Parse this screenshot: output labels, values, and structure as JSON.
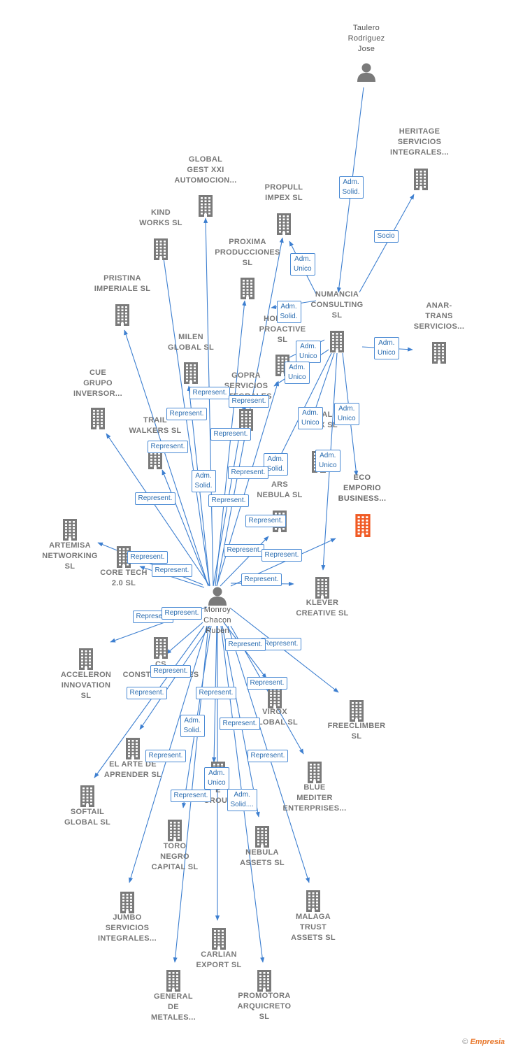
{
  "colors": {
    "edge": "#3d7fd0",
    "building": "#7a7a7a",
    "focus": "#f05a24",
    "person": "#7a7a7a"
  },
  "nodes": [
    {
      "id": "taulero",
      "kind": "person",
      "label": "Taulero\nRodriguez\nJose"
    },
    {
      "id": "heritage",
      "kind": "company",
      "label": "HERITAGE\nSERVICIOS\nINTEGRALES..."
    },
    {
      "id": "global_gest",
      "kind": "company",
      "label": "GLOBAL\nGEST XXI\nAUTOMOCION..."
    },
    {
      "id": "propull",
      "kind": "company",
      "label": "PROPULL\nIMPEX SL"
    },
    {
      "id": "kind",
      "kind": "company",
      "label": "KIND\nWORKS SL"
    },
    {
      "id": "proxima",
      "kind": "company",
      "label": "PROXIMA\nPRODUCCIONES\nSL"
    },
    {
      "id": "numancia",
      "kind": "company",
      "label": "NUMANCIA\nCONSULTING\nSL"
    },
    {
      "id": "pristina",
      "kind": "company",
      "label": "PRISTINA\nIMPERIALE SL"
    },
    {
      "id": "holistic",
      "kind": "company",
      "label": "HOLISTIC\nPROACTIVE\nSL"
    },
    {
      "id": "anar",
      "kind": "company",
      "label": "ANAR-\nTRANS\nSERVICIOS..."
    },
    {
      "id": "milen",
      "kind": "company",
      "label": "MILEN\nGLOBAL SL"
    },
    {
      "id": "cue",
      "kind": "company",
      "label": "CUE\nGRUPO\nINVERSOR..."
    },
    {
      "id": "gopra",
      "kind": "company",
      "label": "GOPRA\nSERVICIOS\nINTEGRALES"
    },
    {
      "id": "trail",
      "kind": "company",
      "label": "TRAIL\nWALKERS SL"
    },
    {
      "id": "nopa",
      "kind": "company",
      "label": "NOPAL\nIMPEX SL"
    },
    {
      "id": "eco",
      "kind": "focus",
      "label": "ECO\nEMPORIO\nBUSINESS..."
    },
    {
      "id": "ars",
      "kind": "company",
      "label": "ARS\nNEBULA SL"
    },
    {
      "id": "artemisa",
      "kind": "company",
      "label": "ARTEMISA\nNETWORKING\nSL"
    },
    {
      "id": "coretech",
      "kind": "company",
      "label": "CORE TECH\n2.0 SL"
    },
    {
      "id": "klever",
      "kind": "company",
      "label": "KLEVER\nCREATIVE SL"
    },
    {
      "id": "monroy",
      "kind": "person",
      "label": "Monroy\nChacon\nRuben"
    },
    {
      "id": "acceleron",
      "kind": "company",
      "label": "ACCELERON\nINNOVATION\nSL"
    },
    {
      "id": "construcciones",
      "kind": "company",
      "label": "CS\nCONSTRUCCIONES"
    },
    {
      "id": "freeclimber",
      "kind": "company",
      "label": "FREECLIMBER\nSL"
    },
    {
      "id": "virox",
      "kind": "company",
      "label": "VIROX\nGLOBAL SL"
    },
    {
      "id": "elarte",
      "kind": "company",
      "label": "EL ARTE DE\nAPRENDER SL"
    },
    {
      "id": "bluemediter",
      "kind": "company",
      "label": "BLUE\nMEDITER\nENTERPRISES..."
    },
    {
      "id": "softail",
      "kind": "company",
      "label": "SOFTAIL\nGLOBAL SL"
    },
    {
      "id": "group",
      "kind": "company",
      "label": "E\nGROUP"
    },
    {
      "id": "toro",
      "kind": "company",
      "label": "TORO\nNEGRO\nCAPITAL SL"
    },
    {
      "id": "nebulaassets",
      "kind": "company",
      "label": "NEBULA\nASSETS SL"
    },
    {
      "id": "jumbo",
      "kind": "company",
      "label": "JUMBO\nSERVICIOS\nINTEGRALES..."
    },
    {
      "id": "malaga",
      "kind": "company",
      "label": "MALAGA\nTRUST\nASSETS SL"
    },
    {
      "id": "carlian",
      "kind": "company",
      "label": "CARLIAN\nEXPORT SL"
    },
    {
      "id": "general",
      "kind": "company",
      "label": "GENERAL\nDE\nMETALES..."
    },
    {
      "id": "promotora",
      "kind": "company",
      "label": "PROMOTORA\nARQUICRETO\nSL"
    }
  ],
  "edges": [
    {
      "from": "taulero",
      "to": "numancia",
      "label": "Adm.\nSolid."
    },
    {
      "from": "numancia",
      "to": "heritage",
      "label": "Socio"
    },
    {
      "from": "numancia",
      "to": "propull",
      "label": "Adm.\nUnico"
    },
    {
      "from": "numancia",
      "to": "holistic",
      "label": "Adm.\nSolid."
    },
    {
      "from": "numancia",
      "to": "anar",
      "label": "Adm.\nUnico"
    },
    {
      "from": "numancia",
      "to": "holistic",
      "label": "Adm.\nUnico"
    },
    {
      "from": "numancia",
      "to": "gopra",
      "label": "Adm.\nUnico"
    },
    {
      "from": "numancia",
      "to": "nopa",
      "label": "Adm.\nUnico"
    },
    {
      "from": "numancia",
      "to": "eco",
      "label": "Adm.\nUnico"
    },
    {
      "from": "numancia",
      "to": "klever",
      "label": "Adm.\nUnico"
    },
    {
      "from": "numancia",
      "to": "ars",
      "label": "Adm.\nSolid."
    },
    {
      "from": "monroy",
      "to": "milen",
      "label": "Represent."
    },
    {
      "from": "monroy",
      "to": "gopra",
      "label": "Represent."
    },
    {
      "from": "monroy",
      "to": "cue",
      "label": "Represent."
    },
    {
      "from": "monroy",
      "to": "propull",
      "label": "Represent."
    },
    {
      "from": "monroy",
      "to": "pristina",
      "label": "Represent."
    },
    {
      "from": "monroy",
      "to": "kind",
      "label": "Adm.\nSolid."
    },
    {
      "from": "monroy",
      "to": "proxima",
      "label": "Represent."
    },
    {
      "from": "monroy",
      "to": "trail",
      "label": "Represent."
    },
    {
      "from": "monroy",
      "to": "global_gest",
      "label": "Represent."
    },
    {
      "from": "monroy",
      "to": "holistic",
      "label": "Represent."
    },
    {
      "from": "monroy",
      "to": "ars",
      "label": "Represent."
    },
    {
      "from": "monroy",
      "to": "eco",
      "label": "Represent."
    },
    {
      "from": "monroy",
      "to": "artemisa",
      "label": "Represent."
    },
    {
      "from": "monroy",
      "to": "coretech",
      "label": "Represent."
    },
    {
      "from": "monroy",
      "to": "klever",
      "label": "Represent."
    },
    {
      "from": "monroy",
      "to": "acceleron",
      "label": "Represent."
    },
    {
      "from": "monroy",
      "to": "construcciones",
      "label": "Represent."
    },
    {
      "from": "monroy",
      "to": "freeclimber",
      "label": "Represent."
    },
    {
      "from": "monroy",
      "to": "virox",
      "label": "Represent."
    },
    {
      "from": "monroy",
      "to": "elarte",
      "label": "Represent."
    },
    {
      "from": "monroy",
      "to": "bluemediter",
      "label": "Represent."
    },
    {
      "from": "monroy",
      "to": "softail",
      "label": "Represent."
    },
    {
      "from": "monroy",
      "to": "toro",
      "label": "Adm.\nSolid."
    },
    {
      "from": "monroy",
      "to": "group",
      "label": "Represent."
    },
    {
      "from": "monroy",
      "to": "nebulaassets",
      "label": "Represent."
    },
    {
      "from": "monroy",
      "to": "jumbo",
      "label": "Represent."
    },
    {
      "from": "monroy",
      "to": "malaga",
      "label": "Represent."
    },
    {
      "from": "monroy",
      "to": "carlian",
      "label": "Adm.\nUnico"
    },
    {
      "from": "monroy",
      "to": "general",
      "label": "Represent."
    },
    {
      "from": "monroy",
      "to": "promotora",
      "label": "Adm.\nSolid...."
    }
  ],
  "credit": {
    "symbol": "©",
    "brand": "Empresia"
  }
}
